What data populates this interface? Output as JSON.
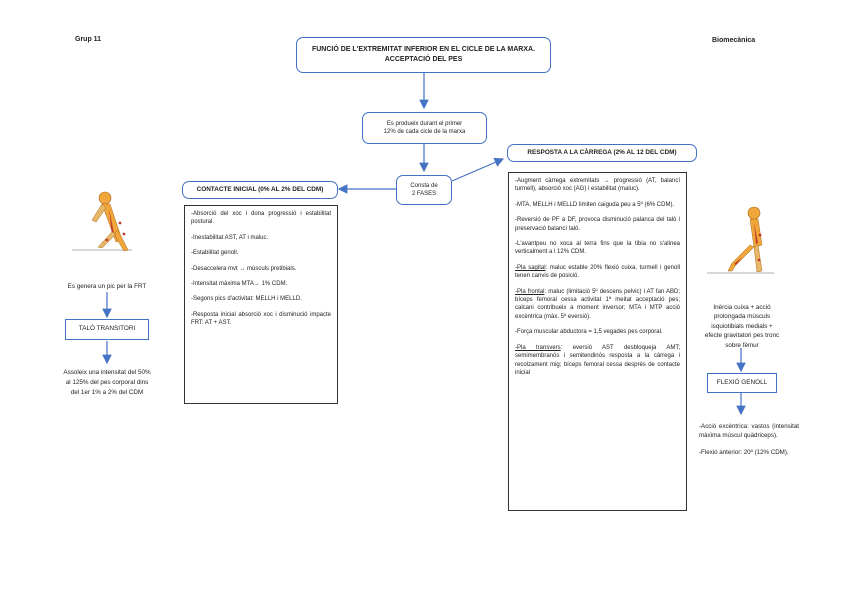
{
  "header": {
    "left": "Grup 11",
    "right": "Biomecànica"
  },
  "title_lines": [
    "FUNCIÓ DE L'EXTREMITAT INFERIOR EN EL CICLE DE LA MARXA.",
    "ACCEPTACIÓ DEL PES"
  ],
  "intro_lines": [
    "Es produeix durant el primer",
    "12% de cada cicle de la marxa"
  ],
  "center_lines": [
    "Consta de",
    "2 FASES"
  ],
  "phase_left_title": "CONTACTE INICIAL (0% AL 2% DEL CDM)",
  "phase_right_title": "RESPOSTA A LA CÀRREGA (2% AL 12 DEL CDM)",
  "contact_items": [
    "-Absorció del xoc i dona progressió i estabilitat postural.",
    "-Inestabilitat AST, AT i maluc.",
    "-Estabilitat genoll.",
    "-Desaccelera mvt → músculs pretibials.",
    "-Intensitat màxima MTA→ 1% CDM.",
    "-Segons pics d'activitat: MELLH i MELLD.",
    "-Resposta inicial absorció xoc i disminució impacte FRT: AT + AST."
  ],
  "loading_items": [
    {
      "label": "",
      "text": "-Augment càrrega extremitats → progressió (AT, balancí turmell), absorció xoc (AG) i estabilitat (maluc)."
    },
    {
      "label": "",
      "text": "-MTA, MELLH i MELLD limiten caiguda peu a 5º (6% CDM)."
    },
    {
      "label": "",
      "text": "-Reversió de PF a DF, provoca disminució palanca del taló i preservació balancí taló."
    },
    {
      "label": "",
      "text": "-L'avantpeu no xoca al terra fins que la tibia no s'alinea verticalment a l 12% CDM."
    },
    {
      "label": "-Pla sagital",
      "text": ": maluc estable 20% flexió cuixa, turmell i genoll tenen canvis de posició."
    },
    {
      "label": "-Pla frontal",
      "text": ": maluc (limitació 5º descens pelvic) i AT fan ABD; bíceps femoral cessa activitat 1ª meitat acceptació pes; calcani contribueix a moment inversor; MTA i MTP acció excèntrica (màx. 5º eversió)."
    },
    {
      "label": "",
      "text": "-Força muscular abductora = 1,5 vegades pes corporal."
    },
    {
      "label": "-Pla transvers",
      "text": ": eversió AST desbloqueja AMT; semimembranós i semitendinós resposta a la càrrega i recolzament mig; bíceps femoral cessa després de contacte inicial"
    }
  ],
  "left_caption": "Es genera un pic per la FRT",
  "left_box_label": "TALÓ TRANSITORI",
  "left_bottom_lines": [
    "Assoleix una intensitat del 50%",
    "al 125% del pes corporal dins",
    "del 1er 1% a 2% del CDM"
  ],
  "right_caption_lines": [
    "Inèrcia cuixa + acció",
    "prolongada músculs",
    "isquiotibials medials +",
    "efecte gravitatori pes tronc",
    "sobre fèmur"
  ],
  "right_box_label": "FLEXIÓ GENOLL",
  "right_items": [
    "-Acció excèntrica: vastos (intensitat màxima múscul quàdriceps).",
    "-Flexió anterior: 20º (12% CDM)."
  ],
  "colors": {
    "accent": "#4472c4",
    "figure_orange": "#f0a63a",
    "figure_red": "#c0392b"
  }
}
